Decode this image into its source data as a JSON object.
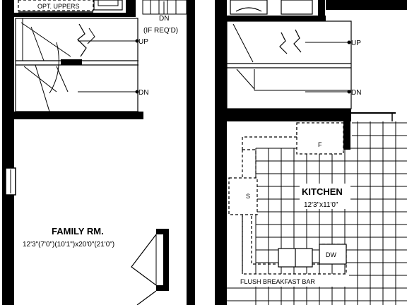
{
  "plan": {
    "left_unit": {
      "top_note": "OPT. UPPERS",
      "stair_notes": {
        "dn_top": "DN",
        "if_reqd": "(IF REQ'D)",
        "up": "UP",
        "dn": "DN"
      },
      "family_room": {
        "title": "FAMILY RM.",
        "dims": "12'3\"(7'0\")(10'1\")x20'0\"(21'0\")"
      }
    },
    "right_unit": {
      "stair_notes": {
        "up": "UP",
        "dn": "DN"
      },
      "kitchen": {
        "title": "KITCHEN",
        "dims": "12'3\"x11'0\""
      },
      "fridge": "F",
      "stove": "S",
      "dishwasher": "DW",
      "bar": "FLUSH BREAKFAST BAR"
    }
  }
}
